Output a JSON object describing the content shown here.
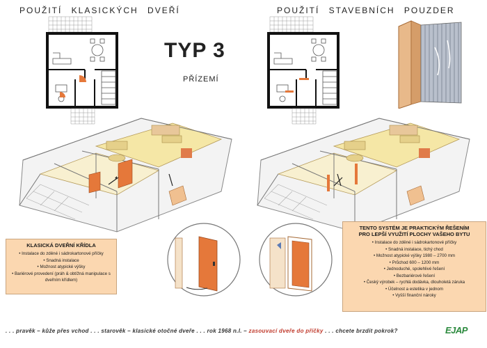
{
  "header": {
    "left": "POUŽITÍ KLASICKÝCH DVEŘÍ",
    "right": "POUŽITÍ STAVEBNÍCH POUZDER",
    "type": "TYP 3",
    "floor": "PŘÍZEMÍ"
  },
  "box_left": {
    "heading": "KLASICKÁ DVEŘNÍ KŘÍDLA",
    "items": [
      "Instalace do zděné i sádrokartonové příčky",
      "Snadná instalace",
      "Možnost atypické výšky",
      "Bariérové provedení (práh & obtížná manipulace s dveřním křídlem)"
    ]
  },
  "box_right": {
    "heading_1": "TENTO SYSTÉM JE PRAKTICKÝM ŘEŠENÍM",
    "heading_2": "PRO LEPŠÍ VYUŽITÍ PLOCHY VAŠEHO BYTU",
    "items": [
      "Instalace do zděné i sádrokartonové příčky",
      "Snadná instalace, tichý chod",
      "Možnost atypické výšky 1980 – 2700 mm",
      "Průchod 600 – 1200 mm",
      "Jednoduché, spolehlivé řešení",
      "Bezbariérové řešení",
      "Český výrobek – rychlá dodávka, dlouholetá záruka",
      "Účelnost a estetika v jednom",
      "Vyšší finanční nároky"
    ]
  },
  "footer": {
    "part1": ". . . pravěk – kůže přes vchod . . . starověk – klasické otočné dveře . . . rok 1968 n.l. –",
    "part2": "zasouvací dveře do příčky",
    "part3": ". . . chcete brzdit pokrok?",
    "logo": "EJAP"
  },
  "colors": {
    "accent_box": "#fbd7b0",
    "door_orange": "#e5783a",
    "floor_yellow": "#f5e7a6",
    "logo_green": "#2b8a3e"
  }
}
